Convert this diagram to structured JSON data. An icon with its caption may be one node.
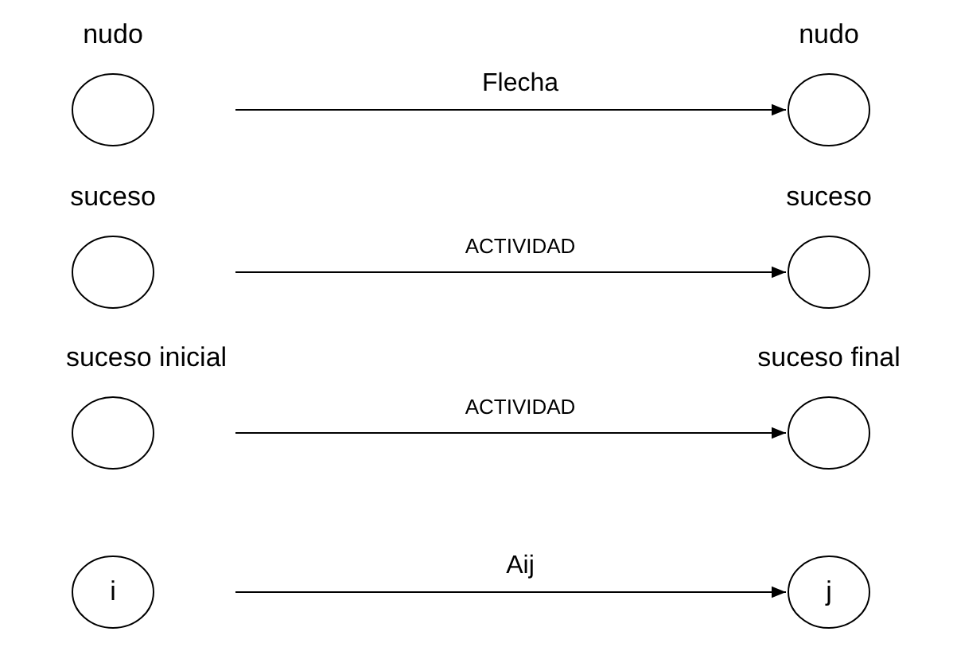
{
  "diagram": {
    "nodes": [
      {
        "text": [
          "nudo"
        ]
      },
      {
        "text": [
          "nudo"
        ]
      },
      {
        "text": [
          "suceso"
        ]
      },
      {
        "text": [
          "suceso"
        ]
      },
      {
        "text": [
          "suceso inicial"
        ]
      },
      {
        "text": [
          "suceso final"
        ]
      },
      {
        "text": [
          "i"
        ]
      },
      {
        "text": [
          "j"
        ]
      }
    ],
    "edges": [
      {
        "from": null,
        "to": 1,
        "arrow": "to",
        "label": "Flecha"
      },
      {
        "from": null,
        "to": 3,
        "arrow": "to",
        "label": "ACTIVIDAD"
      },
      {
        "from": null,
        "to": 5,
        "arrow": "to",
        "label": "ACTIVIDAD"
      },
      {
        "from": null,
        "to": 7,
        "arrow": "to",
        "label": "Aij"
      }
    ]
  }
}
